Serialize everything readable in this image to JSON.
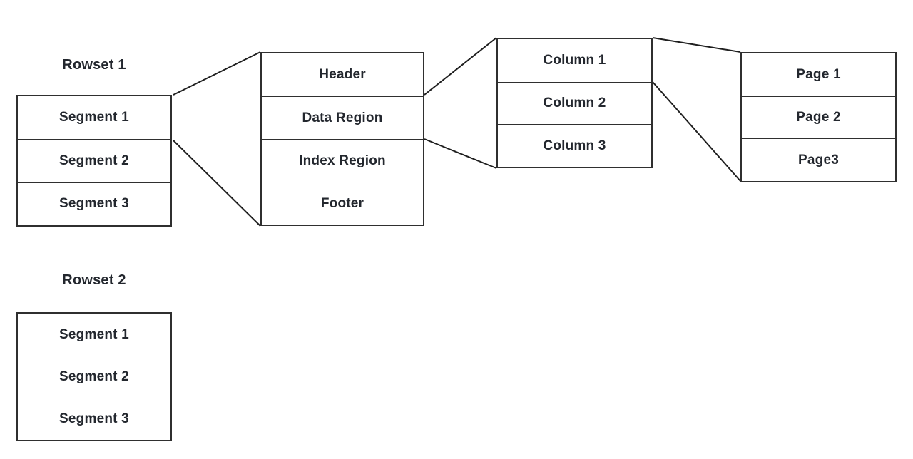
{
  "labels": {
    "rowset1": "Rowset 1",
    "rowset2": "Rowset 2"
  },
  "stacks": {
    "rowset1": {
      "rows": [
        "Segment 1",
        "Segment 2",
        "Segment 3"
      ]
    },
    "record": {
      "rows": [
        "Header",
        "Data Region",
        "Index Region",
        "Footer"
      ]
    },
    "columns": {
      "rows": [
        "Column 1",
        "Column 2",
        "Column 3"
      ]
    },
    "pages": {
      "rows": [
        "Page 1",
        "Page 2",
        "Page3"
      ]
    },
    "rowset2": {
      "rows": [
        "Segment 1",
        "Segment 2",
        "Segment 3"
      ]
    }
  },
  "connectors": {
    "rowset1_to_record_top": "Segment 1 top edge to record box top-left",
    "rowset1_to_record_bottom": "Segment 1 bottom edge to record box bottom-left",
    "record_to_columns_top": "Data Region top edge to columns box top-left",
    "record_to_columns_bottom": "Data Region bottom edge to columns box bottom-left",
    "columns_to_pages_top": "Column 1 top edge to pages box top-left",
    "columns_to_pages_bottom": "Column 1 bottom edge to pages box bottom-left"
  },
  "colors": {
    "background": "#ffffff",
    "border": "#2f2f2f",
    "text": "#23272e",
    "connector": "#1f1f1f"
  }
}
